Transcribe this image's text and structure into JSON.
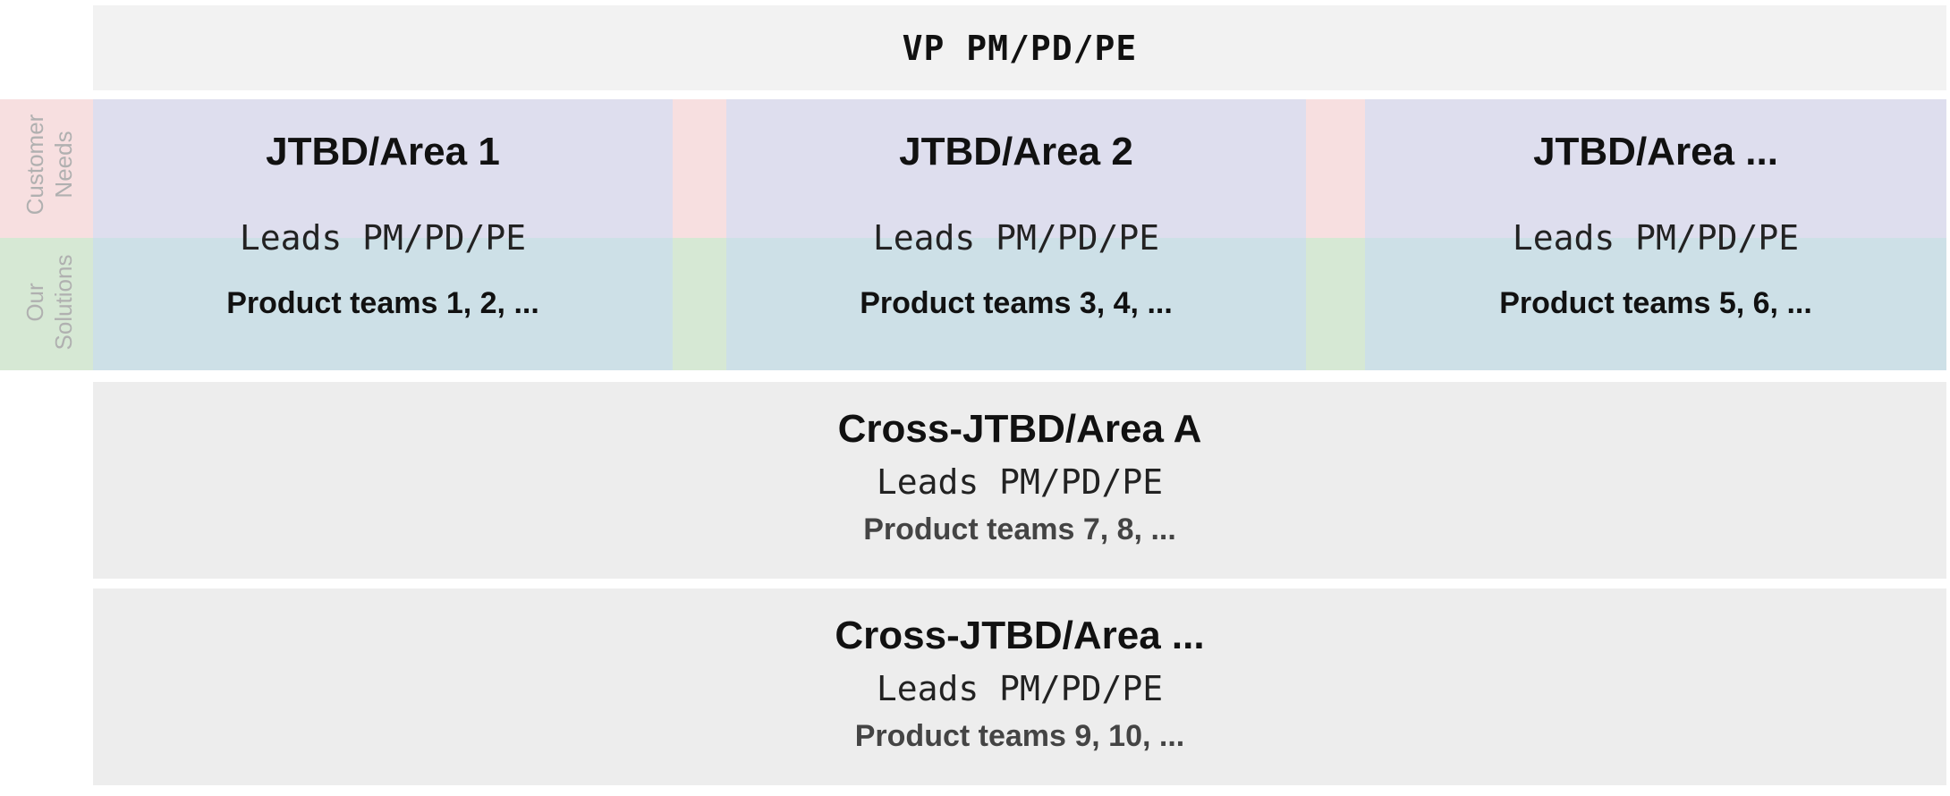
{
  "header": {
    "title": "VP PM/PD/PE"
  },
  "bands": {
    "customer_needs": "Customer\nNeeds",
    "our_solutions": "Our\nSolutions",
    "colors": {
      "customer_needs": "#f7dfe0",
      "our_solutions": "#d6e8d4",
      "area_top": "#dedeee",
      "area_bottom": "#cde0e7"
    }
  },
  "areas": [
    {
      "title": "JTBD/Area 1",
      "leads": "Leads PM/PD/PE",
      "teams": "Product teams 1, 2, ..."
    },
    {
      "title": "JTBD/Area 2",
      "leads": "Leads PM/PD/PE",
      "teams": "Product teams 3, 4, ..."
    },
    {
      "title": "JTBD/Area ...",
      "leads": "Leads PM/PD/PE",
      "teams": "Product teams 5, 6, ..."
    }
  ],
  "cross_areas": [
    {
      "title": "Cross-JTBD/Area A",
      "leads": "Leads PM/PD/PE",
      "teams": "Product teams 7, 8, ..."
    },
    {
      "title": "Cross-JTBD/Area ...",
      "leads": "Leads PM/PD/PE",
      "teams": "Product teams 9, 10, ..."
    }
  ]
}
